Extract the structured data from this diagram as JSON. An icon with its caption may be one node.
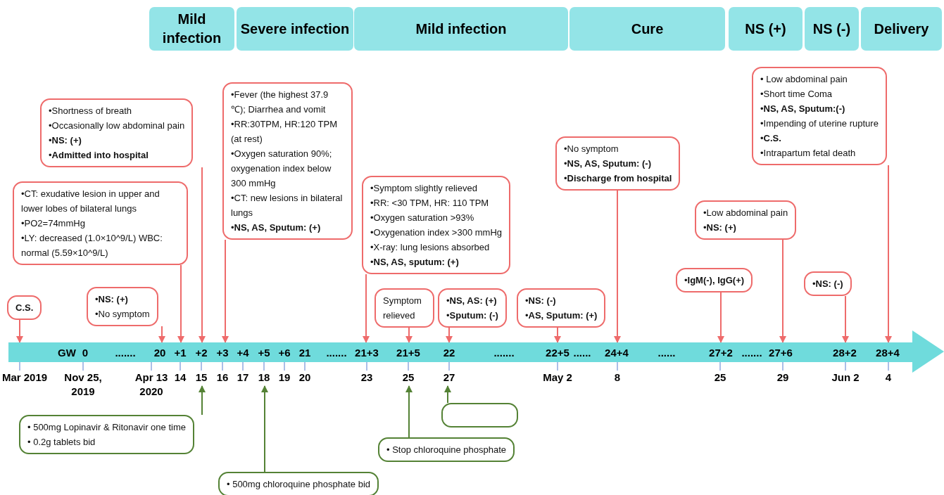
{
  "diagram": {
    "nodes": [
      {
        "text": [
          "Mild infection"
        ]
      },
      {
        "text": [
          "Severe infection"
        ]
      },
      {
        "text": [
          "Mild infection"
        ]
      },
      {
        "text": [
          "Cure"
        ]
      },
      {
        "text": [
          "NS (+)"
        ]
      },
      {
        "text": [
          "NS (-)"
        ]
      },
      {
        "text": [
          "Delivery"
        ]
      },
      {
        "text": [
          "•Shortness of  breath",
          "•Occasionally low abdominal pain",
          "•**NS: (+)**",
          "•**Admitted into hospital**"
        ]
      },
      {
        "text": [
          "•CT: exudative lesion in upper and lower lobes of bilateral lungs",
          "•PO2=74mmHg",
          "•LY: decreased (1.0×10^9/L) WBC: normal (5.59×10^9/L)"
        ]
      },
      {
        "text": [
          "•Fever (the highest 37.9 ℃); Diarrhea and vomit",
          "•RR:30TPM, HR:120 TPM (at rest)",
          "•Oxygen saturation 90%; oxygenation index below 300 mmHg",
          "•CT: new lesions in bilateral lungs",
          "•**NS, AS, Sputum: (+)**"
        ]
      },
      {
        "text": [
          "**C.S.**"
        ]
      },
      {
        "text": [
          "•**NS: (+)**",
          "•No symptom"
        ]
      },
      {
        "text": [
          "•Symptom  slightly relieved",
          "•RR: <30 TPM, HR: 110 TPM",
          "•Oxygen saturation >93%",
          "•Oxygenation index >300 mmHg",
          "•X-ray: lung lesions absorbed",
          "•**NS, AS, sputum: (+)**"
        ]
      },
      {
        "text": [
          "Symptom relieved"
        ]
      },
      {
        "text": [
          "•**NS, AS: (+)**",
          "•**Sputum: (-)**"
        ]
      },
      {
        "text": [
          "•**NS: (-)**",
          "•**AS, Sputum: (+)**"
        ]
      },
      {
        "text": [
          "•No symptom",
          "•**NS, AS, Sputum: (-)**",
          "•**Discharge from hospital**"
        ]
      },
      {
        "text": [
          "•Low abdominal pain",
          "•**NS: (+)**"
        ]
      },
      {
        "text": [
          "•**IgM(-), IgG(+)**"
        ]
      },
      {
        "text": [
          "•**NS: (-)**"
        ]
      },
      {
        "text": [
          "• Low abdominal pain",
          "•Short time Coma",
          "•**NS, AS, Sputum:(-)**",
          "•Impending of uterine rupture",
          "•**C.S.**",
          "•Intrapartum fetal death"
        ]
      },
      {
        "beside": [
          "Mar 2019",
          "Nov 25, 2019",
          "Apr 13 2020",
          "14",
          "15",
          "16",
          "17",
          "18",
          "19",
          "20",
          "23",
          "25",
          "27",
          "May 2",
          "8",
          "25",
          "29",
          "Jun 2",
          "4"
        ],
        "text": [
          "GW",
          "0",
          ".......",
          "20",
          "+1",
          "+2",
          "+3",
          "+4",
          "+5",
          "+6",
          "21",
          ".......",
          "21+3",
          "21+5",
          "22",
          ".......",
          "22+5",
          "......",
          "24+4",
          "......",
          "27+2",
          ".......",
          "27+6",
          "28+2",
          "28+4"
        ]
      },
      {
        "text": [
          "• 500mg Lopinavir & Ritonavir one time",
          "• 0.2g tablets bid"
        ]
      },
      {
        "text": [
          "• 500mg chloroquine phosphate bid"
        ]
      },
      {
        "text": [
          "• Stop chloroquine phosphate"
        ]
      },
      {
        "text": [],
        "shape": "box"
      }
    ],
    "edges": [
      {
        "from": 7,
        "to": 21,
        "arrow": "to"
      },
      {
        "from": 8,
        "to": 21,
        "arrow": "to"
      },
      {
        "from": 9,
        "to": 21,
        "arrow": "to"
      },
      {
        "from": 10,
        "to": 21,
        "arrow": "to"
      },
      {
        "from": 11,
        "to": 21,
        "arrow": "to"
      },
      {
        "from": 12,
        "to": 21,
        "arrow": "to"
      },
      {
        "from": 13,
        "to": 21,
        "arrow": "to"
      },
      {
        "from": 14,
        "to": 21,
        "arrow": "to"
      },
      {
        "from": 15,
        "to": 21,
        "arrow": "to"
      },
      {
        "from": 16,
        "to": 21,
        "arrow": "to"
      },
      {
        "from": 17,
        "to": 21,
        "arrow": "to"
      },
      {
        "from": 18,
        "to": 21,
        "arrow": "to"
      },
      {
        "from": 19,
        "to": 21,
        "arrow": "to"
      },
      {
        "from": 20,
        "to": 21,
        "arrow": "to"
      },
      {
        "from": 22,
        "to": 21,
        "arrow": "to",
        "color": "#548235"
      },
      {
        "from": 23,
        "to": 21,
        "arrow": "to",
        "color": "#548235"
      },
      {
        "from": 24,
        "to": 21,
        "arrow": "to",
        "color": "#548235"
      },
      {
        "from": 25,
        "to": 21,
        "arrow": "to",
        "color": "#548235"
      }
    ]
  }
}
